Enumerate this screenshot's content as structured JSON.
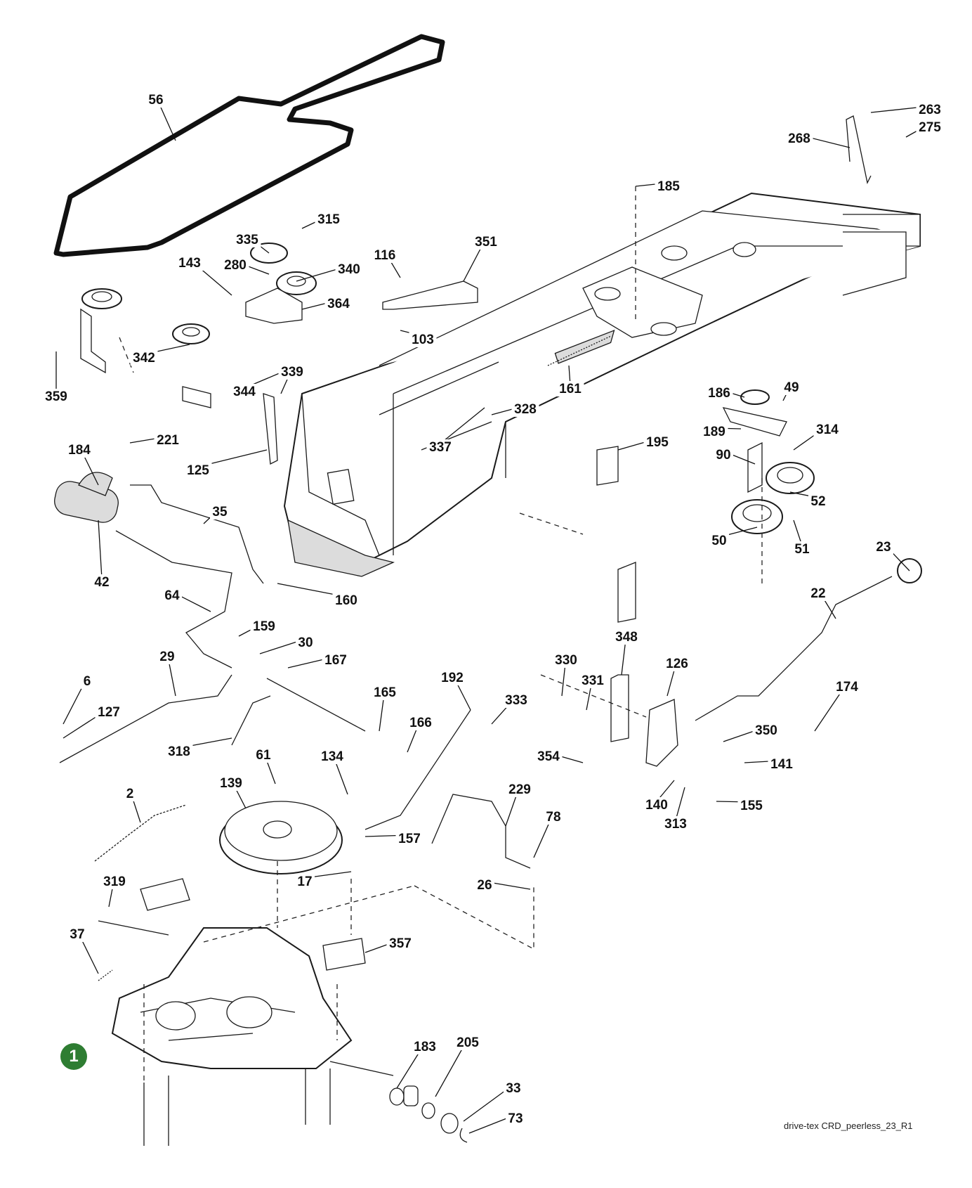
{
  "drawing_id": "drive-tex CRD_peerless_23_R1",
  "highlight_badge": {
    "label": "1",
    "color": "#2e7d32"
  },
  "callouts": [
    "56",
    "263",
    "275",
    "268",
    "185",
    "315",
    "335",
    "143",
    "280",
    "340",
    "364",
    "116",
    "351",
    "103",
    "342",
    "359",
    "344",
    "339",
    "161",
    "328",
    "337",
    "184",
    "221",
    "125",
    "195",
    "186",
    "49",
    "189",
    "314",
    "90",
    "52",
    "50",
    "51",
    "35",
    "42",
    "23",
    "22",
    "64",
    "160",
    "159",
    "30",
    "29",
    "167",
    "165",
    "166",
    "6",
    "127",
    "318",
    "192",
    "333",
    "330",
    "331",
    "348",
    "126",
    "350",
    "174",
    "354",
    "141",
    "140",
    "313",
    "155",
    "61",
    "139",
    "134",
    "157",
    "17",
    "2",
    "319",
    "357",
    "229",
    "78",
    "26",
    "37",
    "183",
    "205",
    "33",
    "73"
  ]
}
